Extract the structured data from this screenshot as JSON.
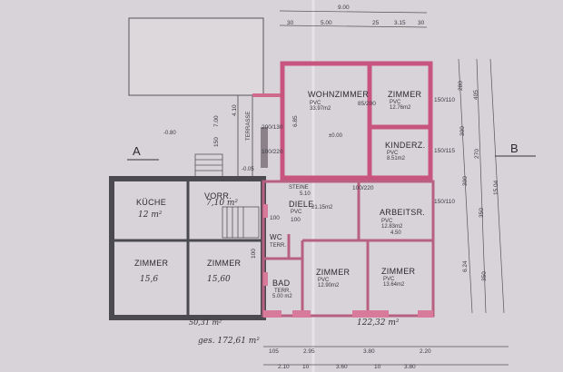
{
  "section_markers": {
    "a": "A",
    "b": "B"
  },
  "rooms": {
    "wohnzimmer": {
      "name": "WOHNZIMMER",
      "floor": "PVC",
      "area": "33.97m2"
    },
    "zimmer_ne": {
      "name": "ZIMMER",
      "floor": "PVC",
      "area": "12.76m2"
    },
    "kinderz": {
      "name": "KINDERZ.",
      "floor": "PVC",
      "area": "8.51m2"
    },
    "kueche": {
      "name": "KÜCHE",
      "area": "12 m²"
    },
    "vorr": {
      "name": "VORR.",
      "area": "7,10 m²"
    },
    "zimmer_sw": {
      "name": "ZIMMER",
      "area": "15,6"
    },
    "zimmer_s": {
      "name": "ZIMMER",
      "area": "15,60"
    },
    "diele": {
      "name": "DIELE",
      "floor": "PVC",
      "area": "21.15m2"
    },
    "arbeitsr": {
      "name": "ARBEITSR.",
      "floor": "PVC",
      "area": "12.83m2",
      "dim": "4.50"
    },
    "wc": {
      "name": "WC",
      "floor": "TERR."
    },
    "bad": {
      "name": "BAD",
      "floor": "TERR.",
      "area": "5.00 m2"
    },
    "zimmer_se1": {
      "name": "ZIMMER",
      "floor": "PVC",
      "area": "12.90m2"
    },
    "zimmer_se2": {
      "name": "ZIMMER",
      "floor": "PVC",
      "area": "13.64m2"
    },
    "terrasse": {
      "name": "TERRASSE"
    },
    "steine": {
      "name": "STEINE",
      "dim": "5.10"
    }
  },
  "levels": {
    "garden": "-0.80",
    "living": "±0.00",
    "entry": "-0.05"
  },
  "totals": {
    "old_part": "50,31 m²",
    "new_part": "122,32 m²",
    "overall": "ges. 172,61 m²"
  },
  "dimensions": {
    "top_overall": "9.00",
    "top_parts": [
      "30",
      "5.00",
      "25",
      "3.15",
      "30"
    ],
    "bottom_row1": [
      "105",
      "2.95",
      "3.80",
      "2.20"
    ],
    "bottom_row2": [
      "2.10",
      "10",
      "3.60",
      "10",
      "3.80"
    ],
    "right_overall": "15.04",
    "right_parts": [
      "280",
      "300",
      "300",
      "6.24",
      "405",
      "270",
      "350",
      "350"
    ],
    "windows": [
      "150/110",
      "150/115",
      "150/110"
    ],
    "misc": [
      "200/130",
      "100/220",
      "85/200",
      "100/220",
      "100",
      "100",
      "150",
      "100",
      "4.10",
      "7.00",
      "6.85"
    ]
  }
}
